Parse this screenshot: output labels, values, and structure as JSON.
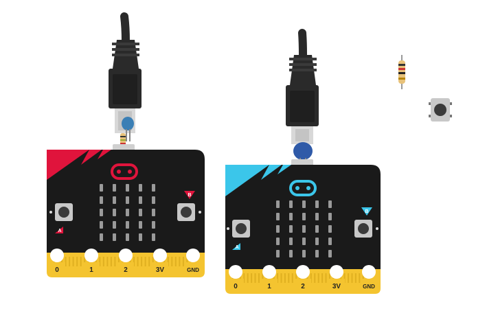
{
  "boards": [
    {
      "id": "left",
      "accent": "#e0143c",
      "button_a_label": "A",
      "button_b_label": "B",
      "pins": [
        "0",
        "1",
        "2",
        "3V",
        "GND"
      ],
      "has_resistor_on_usb": true
    },
    {
      "id": "right",
      "accent": "#3bc6ea",
      "button_a_label": "A",
      "button_b_label": "B",
      "pins": [
        "0",
        "1",
        "2",
        "3V",
        "GND"
      ],
      "has_resistor_on_usb": false
    }
  ],
  "palette": {
    "board": "#1a1a1a",
    "gold": "#f4c430",
    "pin_text": "#222222",
    "cable": "#2a2a2a",
    "connector": "#d8d8d8",
    "capacitor": "#2f5aa8",
    "led_grid": "#9a9a9a"
  },
  "toolbox": {
    "resistor": "resistor-component",
    "button": "push-button-component"
  }
}
